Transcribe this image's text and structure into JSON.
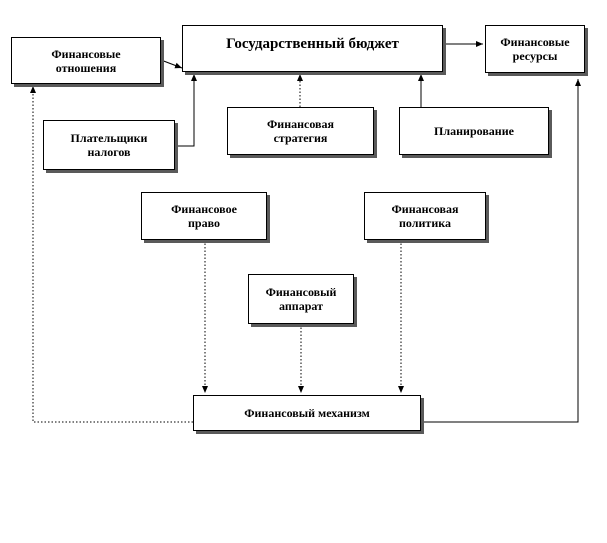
{
  "diagram": {
    "nodes": {
      "budget": "Государственный бюджет",
      "relations": "Финансовые\nотношения",
      "resources": "Финансовые\nресурсы",
      "taxpayers": "Плательщики\nналогов",
      "strategy": "Финансовая\nстратегия",
      "planning": "Планирование",
      "law": "Финансовое\nправо",
      "policy": "Финансовая\nполитика",
      "apparatus": "Финансовый\nаппарат",
      "mechanism": "Финансовый механизм"
    },
    "edges": [
      {
        "from": "relations",
        "to": "budget",
        "style": "solid"
      },
      {
        "from": "budget",
        "to": "resources",
        "style": "solid"
      },
      {
        "from": "taxpayers",
        "to": "budget",
        "style": "solid"
      },
      {
        "from": "strategy",
        "to": "budget",
        "style": "dotted"
      },
      {
        "from": "planning",
        "to": "budget",
        "style": "solid"
      },
      {
        "from": "law",
        "to": "mechanism",
        "style": "dotted"
      },
      {
        "from": "apparatus",
        "to": "mechanism",
        "style": "dotted"
      },
      {
        "from": "policy",
        "to": "mechanism",
        "style": "dotted"
      },
      {
        "from": "mechanism",
        "to": "relations",
        "style": "dotted"
      },
      {
        "from": "mechanism",
        "to": "resources",
        "style": "solid"
      }
    ]
  }
}
